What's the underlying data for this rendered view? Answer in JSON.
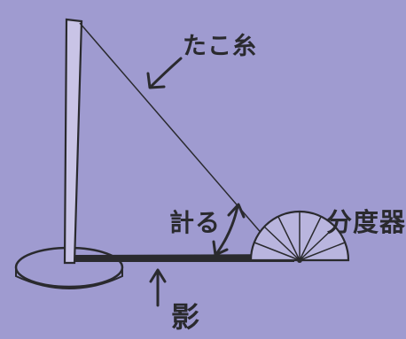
{
  "colors": {
    "paper": "#a4a0d4",
    "paper_edge": "#8f8cc2",
    "ink": "#2a2a2e",
    "pole_fill": "#c9c4e6"
  },
  "labels": {
    "kite_string": "たこ糸",
    "measure": "計る",
    "protractor": "分度器",
    "shadow": "影"
  }
}
